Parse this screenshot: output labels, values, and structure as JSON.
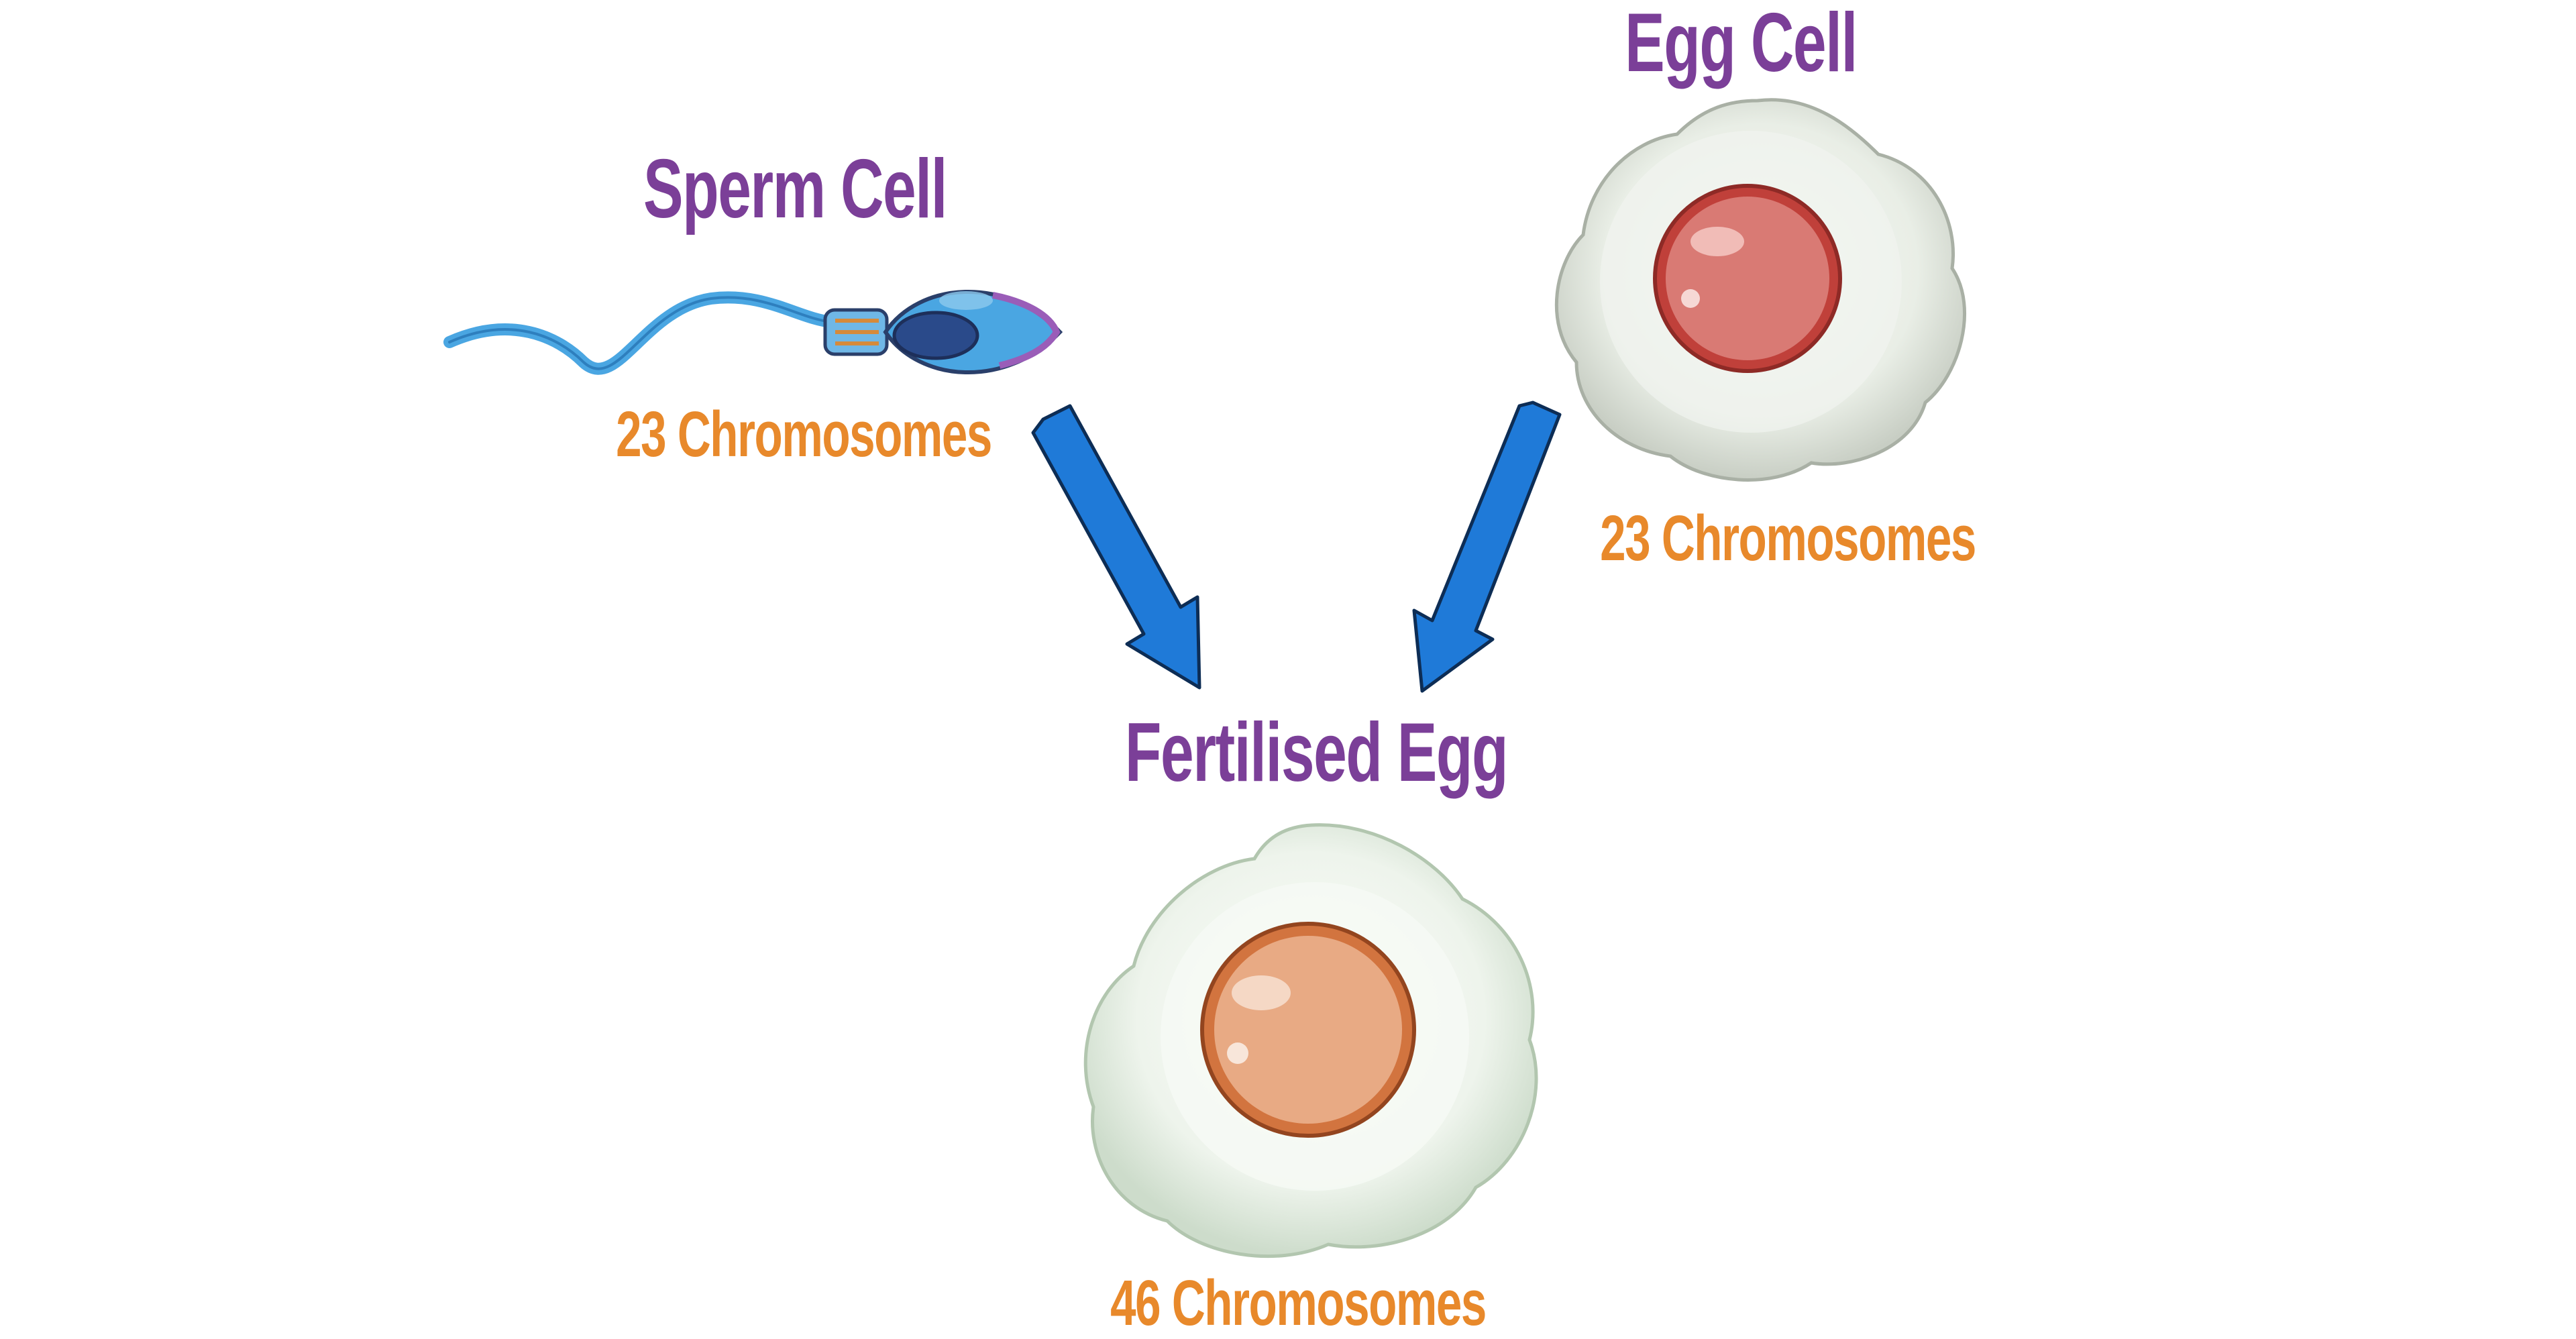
{
  "colors": {
    "title": "#7b3f98",
    "count": "#e8892b",
    "arrow": "#1f7ad8",
    "sperm_body": "#4aa6e2",
    "sperm_nucleus": "#2a4a8a",
    "egg_shell": "#e8ede6",
    "egg_nucleus": "#c0403a",
    "fertilised_shell": "#eef4ec",
    "fertilised_nucleus": "#d2743f"
  },
  "sperm": {
    "title": "Sperm Cell",
    "chromosomes": "23 Chromosomes"
  },
  "egg": {
    "title": "Egg Cell",
    "chromosomes": "23 Chromosomes"
  },
  "fertilised": {
    "title": "Fertilised Egg",
    "chromosomes": "46 Chromosomes"
  },
  "icons": [
    "sperm-cell-icon",
    "egg-cell-icon",
    "fertilised-egg-icon",
    "arrow-icon"
  ]
}
